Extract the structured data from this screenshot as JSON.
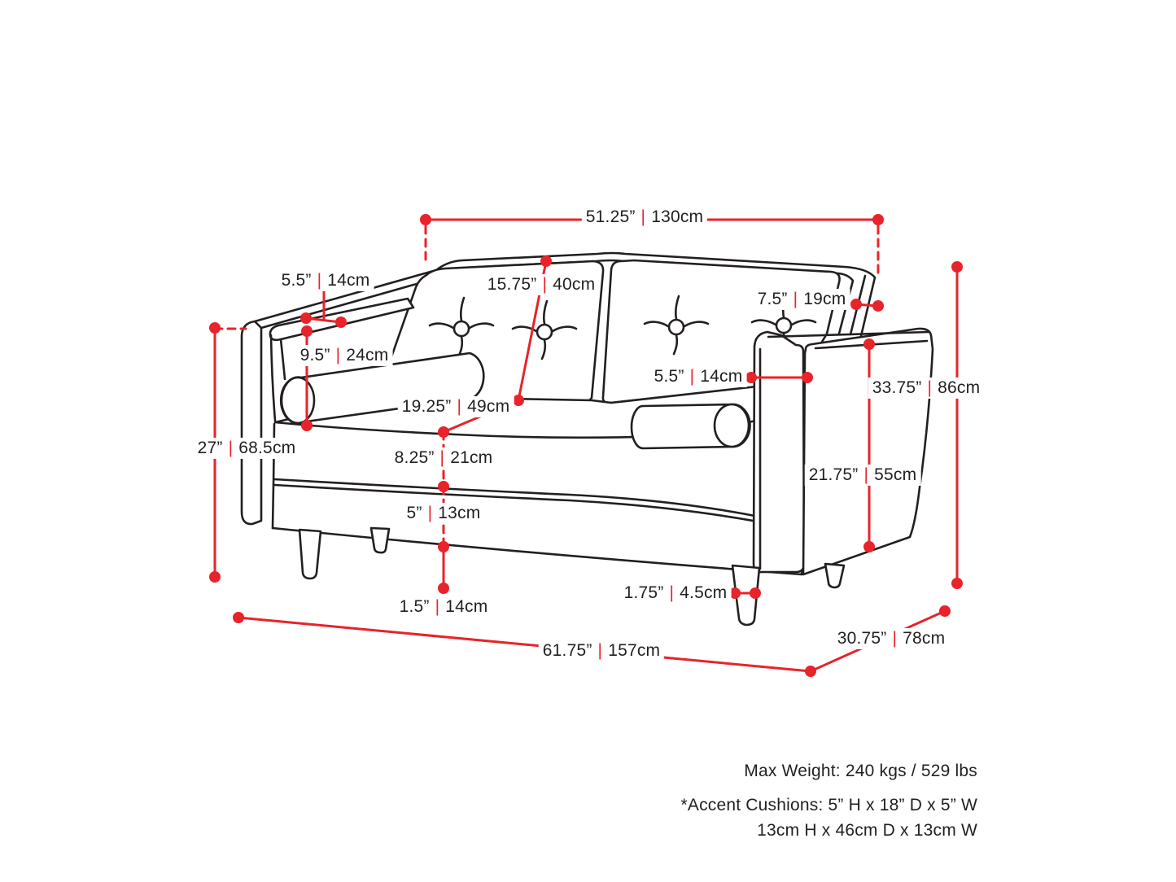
{
  "sep": "|",
  "colors": {
    "accent_red": "#e8232a",
    "line_ink": "#231f20",
    "background": "#ffffff"
  },
  "dims": [
    {
      "in": "51.25”",
      "cm": "130cm"
    },
    {
      "in": "5.5”",
      "cm": "14cm"
    },
    {
      "in": "15.75”",
      "cm": "40cm"
    },
    {
      "in": "7.5”",
      "cm": "19cm"
    },
    {
      "in": "9.5”",
      "cm": "24cm"
    },
    {
      "in": "5.5”",
      "cm": "14cm"
    },
    {
      "in": "33.75”",
      "cm": "86cm"
    },
    {
      "in": "19.25”",
      "cm": "49cm"
    },
    {
      "in": "27”",
      "cm": "68.5cm"
    },
    {
      "in": "8.25”",
      "cm": "21cm"
    },
    {
      "in": "21.75”",
      "cm": "55cm"
    },
    {
      "in": "5”",
      "cm": "13cm"
    },
    {
      "in": "1.75”",
      "cm": "4.5cm"
    },
    {
      "in": "1.5”",
      "cm": "14cm"
    },
    {
      "in": "61.75”",
      "cm": "157cm"
    },
    {
      "in": "30.75”",
      "cm": "78cm"
    }
  ],
  "notes": {
    "max_weight": "Max Weight: 240 kgs / 529 lbs",
    "accent_line1": "*Accent Cushions: 5” H x 18” D x 5” W",
    "accent_line2": "13cm H x 46cm D x 13cm W"
  }
}
